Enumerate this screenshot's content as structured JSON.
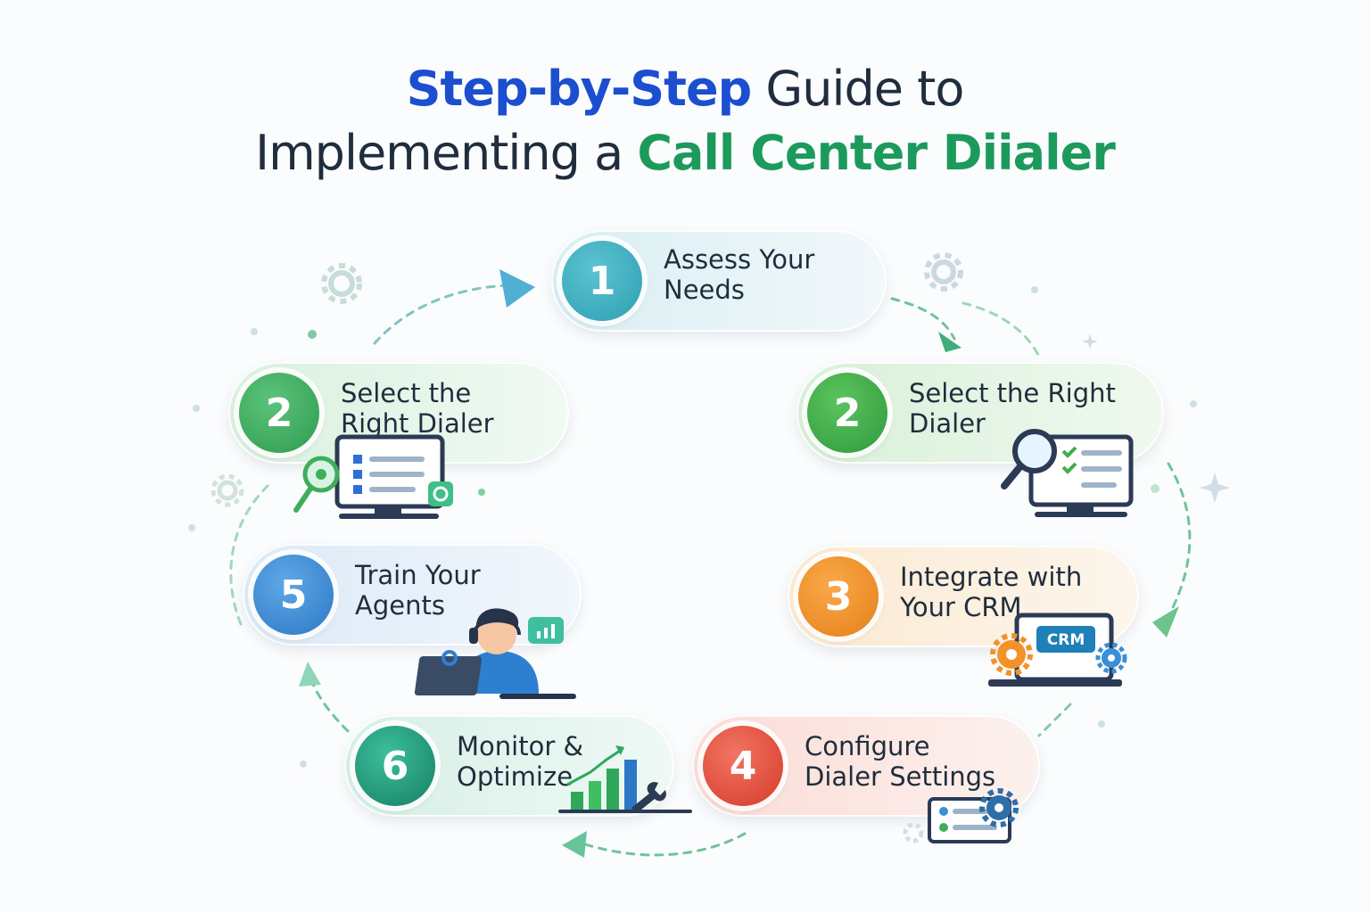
{
  "title": {
    "line1_highlight": "Step-by-Step",
    "line1_rest": " Guide to",
    "line2_rest": "Implementing a ",
    "line2_highlight": "Call Center Diialer"
  },
  "steps": [
    {
      "id": "s1",
      "number": "1",
      "label": "Assess Your\nNeeds",
      "color": "#3aaec1",
      "icon": "none"
    },
    {
      "id": "s2l",
      "number": "2",
      "label": "Select the\nRight Dialer",
      "color": "#3fae5c",
      "icon": "monitor-with-location-pin-icon"
    },
    {
      "id": "s2r",
      "number": "2",
      "label": "Select the Right\nDialer",
      "color": "#3fae4a",
      "icon": "monitor-with-magnifier-icon"
    },
    {
      "id": "s5",
      "number": "5",
      "label": "Train Your\nAgents",
      "color": "#3b8fd6",
      "icon": "agent-with-headset-icon"
    },
    {
      "id": "s3",
      "number": "3",
      "label": "Integrate with\nYour CRM",
      "color": "#f3922a",
      "icon": "crm-laptop-icon",
      "icon_text": "CRM"
    },
    {
      "id": "s6",
      "number": "6",
      "label": "Monitor &\nOptimize",
      "color": "#1f9b7c",
      "icon": "bar-chart-with-wrench-icon"
    },
    {
      "id": "s4",
      "number": "4",
      "label": "Configure\nDialer Settings",
      "color": "#e9523f",
      "icon": "settings-panel-with-gear-icon"
    }
  ]
}
